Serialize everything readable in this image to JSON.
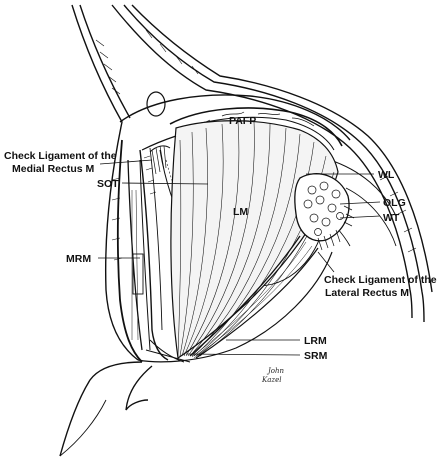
{
  "diagram": {
    "labels": {
      "pafp": "PAFP",
      "check_ligament_medial_line1": "Check Ligament of the",
      "check_ligament_medial_line2": "Medial Rectus M",
      "sot": "SOT",
      "lm": "LM",
      "wl": "WL",
      "olg": "OLG",
      "wt": "WT",
      "check_ligament_lateral_line1": "Check Ligament of the",
      "check_ligament_lateral_line2": "Lateral Rectus M",
      "mrm": "MRM",
      "lrm": "LRM",
      "srm": "SRM"
    },
    "signature_line1": "John",
    "signature_line2": "Kazel",
    "colors": {
      "ink": "#111111",
      "paper": "#ffffff",
      "muscle_tint": "#f4f4f4"
    }
  }
}
